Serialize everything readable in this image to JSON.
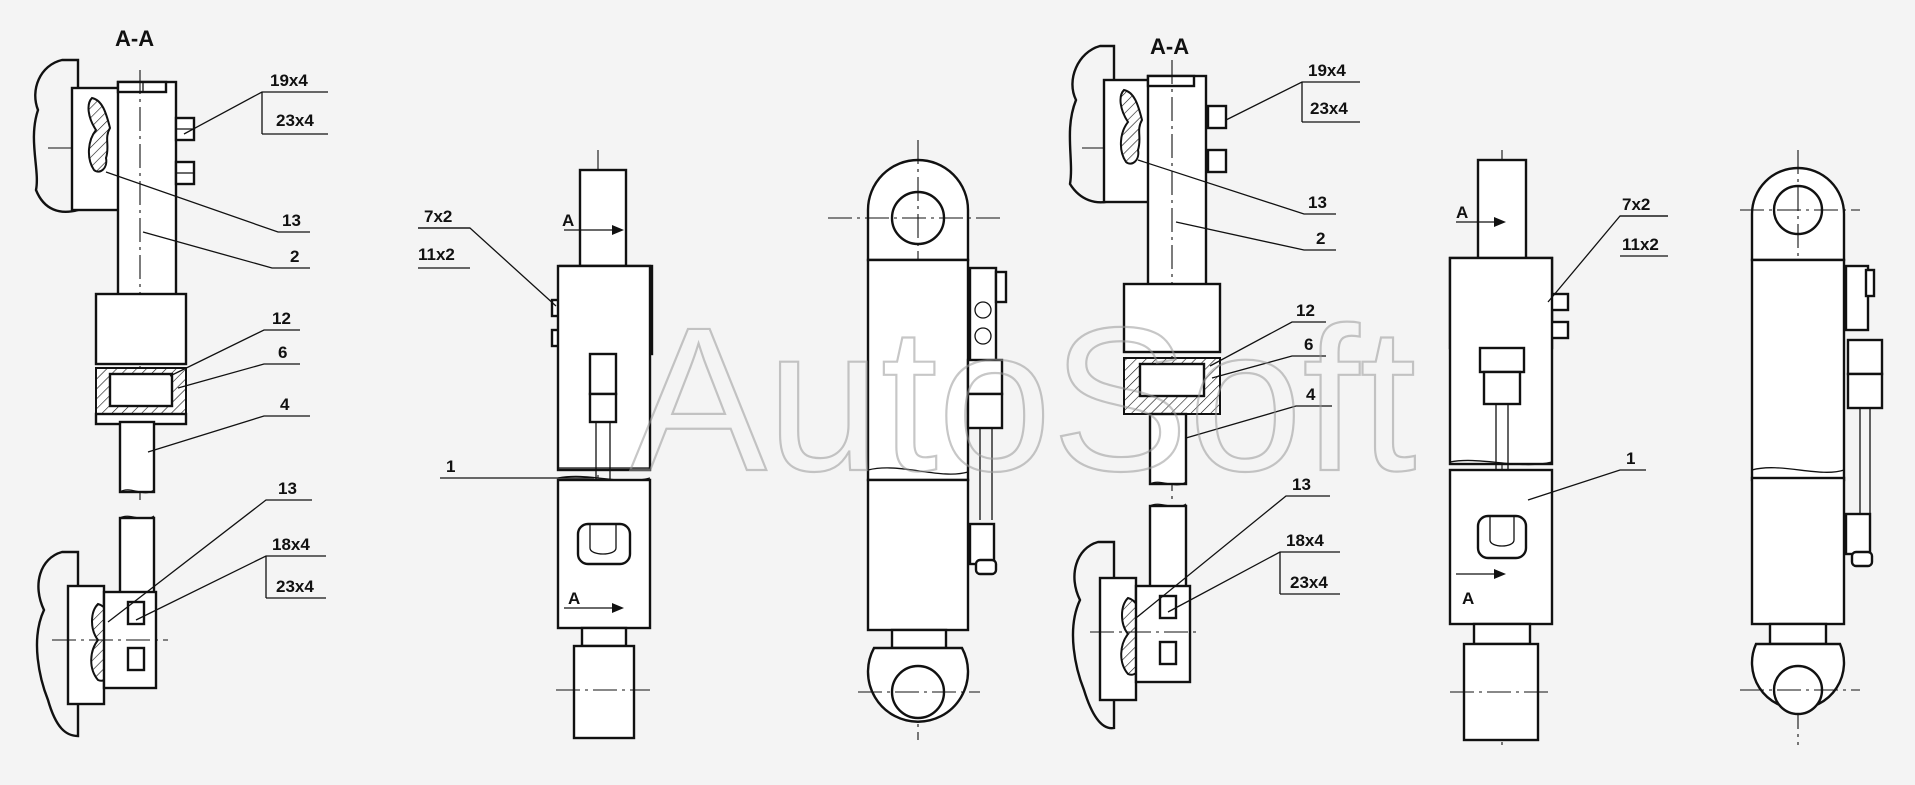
{
  "watermark": "AutoSoft",
  "section_a_1": {
    "title": "A-A",
    "callouts": [
      "19x4",
      "23x4",
      "13",
      "2",
      "12",
      "6",
      "4",
      "13",
      "18x4",
      "23x4"
    ]
  },
  "view_front_1": {
    "callouts": [
      "7x2",
      "11x2",
      "1"
    ],
    "section_marks": [
      "A",
      "A"
    ]
  },
  "section_a_2": {
    "title": "A-A",
    "callouts": [
      "19x4",
      "23x4",
      "13",
      "2",
      "12",
      "6",
      "4",
      "13",
      "18x4",
      "23x4"
    ]
  },
  "view_front_2": {
    "callouts": [
      "7x2",
      "11x2",
      "1"
    ],
    "section_marks": [
      "A",
      "A"
    ]
  }
}
